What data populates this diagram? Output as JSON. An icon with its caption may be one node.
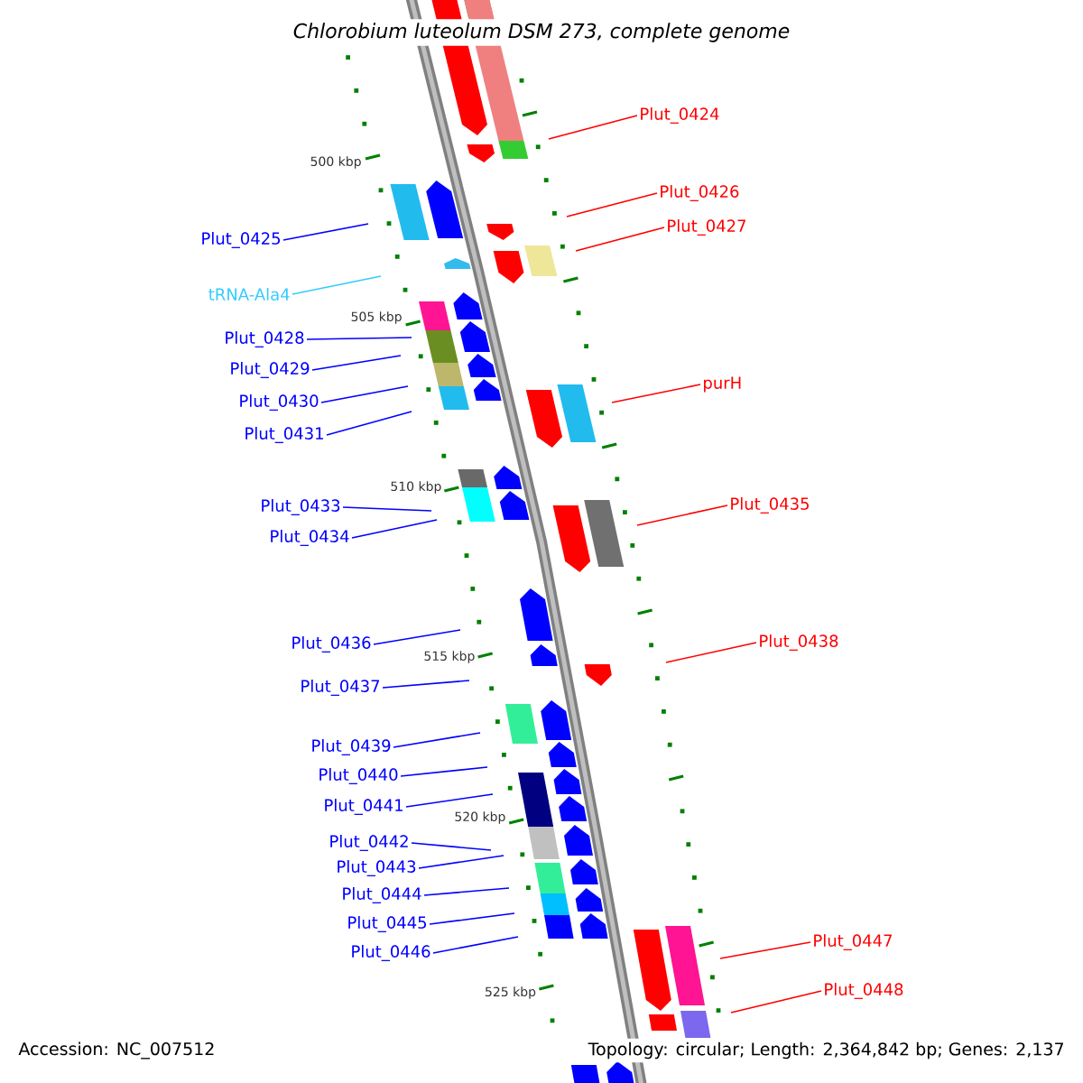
{
  "diagram": {
    "title": "Chlorobium luteolum DSM 273, complete genome",
    "nodes": [
      {
        "text": [
          "Plut_0424"
        ]
      },
      {
        "text": [
          "Plut_0426"
        ]
      },
      {
        "text": [
          "Plut_0427"
        ]
      },
      {
        "text": [
          "Plut_0425"
        ]
      },
      {
        "text": [
          "tRNA-Ala4"
        ]
      },
      {
        "text": [
          "Plut_0428"
        ]
      },
      {
        "text": [
          "Plut_0429"
        ]
      },
      {
        "text": [
          "purH"
        ]
      },
      {
        "text": [
          "Plut_0430"
        ]
      },
      {
        "text": [
          "Plut_0431"
        ]
      },
      {
        "text": [
          "Plut_0433"
        ]
      },
      {
        "text": [
          "Plut_0435"
        ]
      },
      {
        "text": [
          "Plut_0434"
        ]
      },
      {
        "text": [
          "Plut_0438"
        ]
      },
      {
        "text": [
          "Plut_0436"
        ]
      },
      {
        "text": [
          "Plut_0437"
        ]
      },
      {
        "text": [
          "Plut_0439"
        ]
      },
      {
        "text": [
          "Plut_0440"
        ]
      },
      {
        "text": [
          "Plut_0441"
        ]
      },
      {
        "text": [
          "Plut_0442"
        ]
      },
      {
        "text": [
          "Plut_0443"
        ]
      },
      {
        "text": [
          "Plut_0444"
        ]
      },
      {
        "text": [
          "Plut_0445"
        ]
      },
      {
        "text": [
          "Plut_0447"
        ]
      },
      {
        "text": [
          "Plut_0446"
        ]
      },
      {
        "text": [
          "Plut_0448"
        ]
      }
    ],
    "edges": [
      {
        "from": 0,
        "to": null,
        "arrow": "none",
        "color": "#ff0000"
      },
      {
        "from": 1,
        "to": null,
        "arrow": "none",
        "color": "#ff0000"
      },
      {
        "from": 2,
        "to": null,
        "arrow": "none",
        "color": "#ff0000"
      },
      {
        "from": 3,
        "to": null,
        "arrow": "none"
      },
      {
        "from": 4,
        "to": null,
        "arrow": "none",
        "color": "#33ccff"
      },
      {
        "from": 5,
        "to": null,
        "arrow": "none"
      },
      {
        "from": 6,
        "to": null,
        "arrow": "none"
      },
      {
        "from": 7,
        "to": null,
        "arrow": "none",
        "color": "#ff0000"
      },
      {
        "from": 8,
        "to": null,
        "arrow": "none"
      },
      {
        "from": 9,
        "to": null,
        "arrow": "none"
      },
      {
        "from": 10,
        "to": null,
        "arrow": "none"
      },
      {
        "from": 11,
        "to": null,
        "arrow": "none",
        "color": "#ff0000"
      },
      {
        "from": 12,
        "to": null,
        "arrow": "none"
      },
      {
        "from": 13,
        "to": null,
        "arrow": "none",
        "color": "#ff0000"
      },
      {
        "from": 14,
        "to": null,
        "arrow": "none"
      },
      {
        "from": 15,
        "to": null,
        "arrow": "none"
      },
      {
        "from": 16,
        "to": null,
        "arrow": "none"
      },
      {
        "from": 17,
        "to": null,
        "arrow": "none"
      },
      {
        "from": 18,
        "to": null,
        "arrow": "none"
      },
      {
        "from": 19,
        "to": null,
        "arrow": "none"
      },
      {
        "from": 20,
        "to": null,
        "arrow": "none"
      },
      {
        "from": 21,
        "to": null,
        "arrow": "none"
      },
      {
        "from": 22,
        "to": null,
        "arrow": "none"
      },
      {
        "from": 23,
        "to": null,
        "arrow": "none",
        "color": "#ff0000"
      },
      {
        "from": 24,
        "to": null,
        "arrow": "none"
      },
      {
        "from": 25,
        "to": null,
        "arrow": "none",
        "color": "#ff0000"
      }
    ],
    "labels": [
      "500 kbp",
      "505 kbp",
      "510 kbp",
      "515 kbp",
      "520 kbp",
      "525 kbp",
      "Accession: NC_007512",
      "Topology: circular; Length: 2,364,842 bp; Genes: 2,137"
    ]
  }
}
